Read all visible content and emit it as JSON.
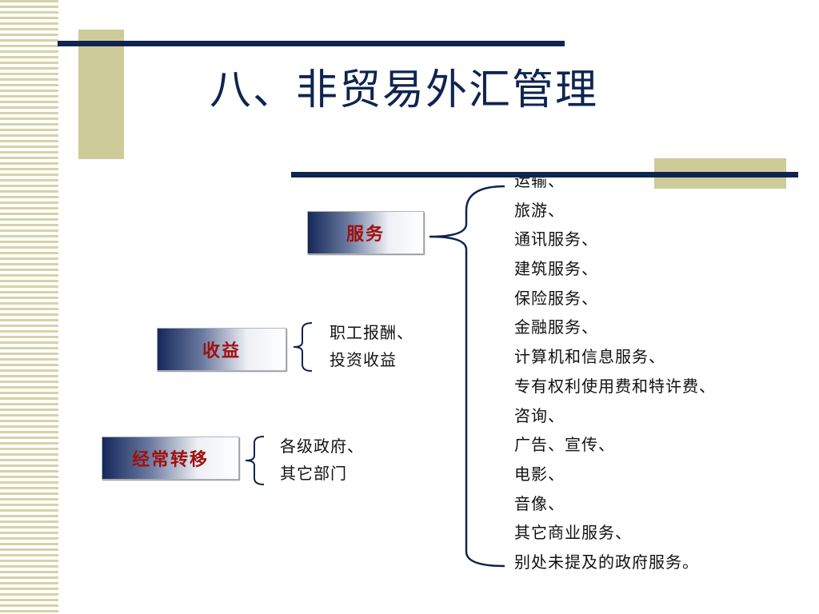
{
  "title": "八、非贸易外汇管理",
  "colors": {
    "accent_olive": "#cdcb98",
    "navy": "#0f2550",
    "label_red": "#a01010"
  },
  "categories": [
    {
      "label": "服务",
      "items": [
        "运输、",
        "旅游、",
        "通讯服务、",
        "建筑服务、",
        "保险服务、",
        "金融服务、",
        "计算机和信息服务、",
        "专有权利使用费和特许费、",
        "咨询、",
        "广告、宣传、",
        "电影、",
        "音像、",
        "其它商业服务、",
        "别处未提及的政府服务。"
      ]
    },
    {
      "label": "收益",
      "items": [
        "职工报酬、",
        "投资收益"
      ]
    },
    {
      "label": "经常转移",
      "items": [
        "各级政府、",
        "其它部门"
      ]
    }
  ]
}
